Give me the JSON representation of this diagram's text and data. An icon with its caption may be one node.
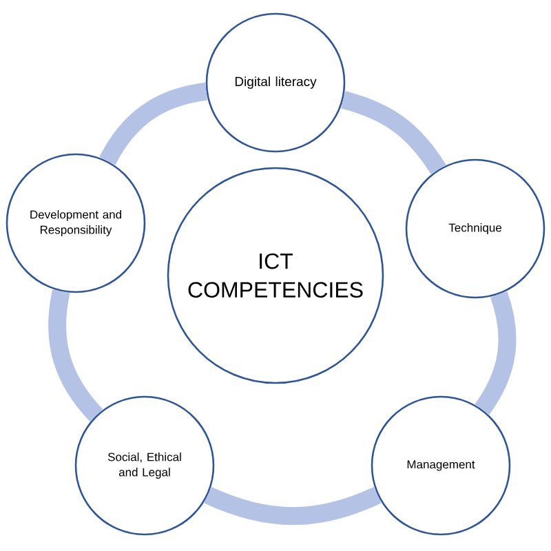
{
  "diagram": {
    "nodes": [
      {
        "text": [
          "ICT COMPETENCIES"
        ]
      },
      {
        "text": [
          "Digital literacy"
        ]
      },
      {
        "text": [
          "Technique"
        ]
      },
      {
        "text": [
          "Management"
        ]
      },
      {
        "text": [
          "Social, Ethical and Legal"
        ]
      },
      {
        "text": [
          "Development and Responsibility"
        ]
      }
    ],
    "edges": [
      {
        "from": 1,
        "to": 2,
        "arrow": "none"
      },
      {
        "from": 2,
        "to": 3,
        "arrow": "none"
      },
      {
        "from": 3,
        "to": 4,
        "arrow": "none"
      },
      {
        "from": 4,
        "to": 5,
        "arrow": "none"
      },
      {
        "from": 5,
        "to": 1,
        "arrow": "none"
      }
    ]
  }
}
